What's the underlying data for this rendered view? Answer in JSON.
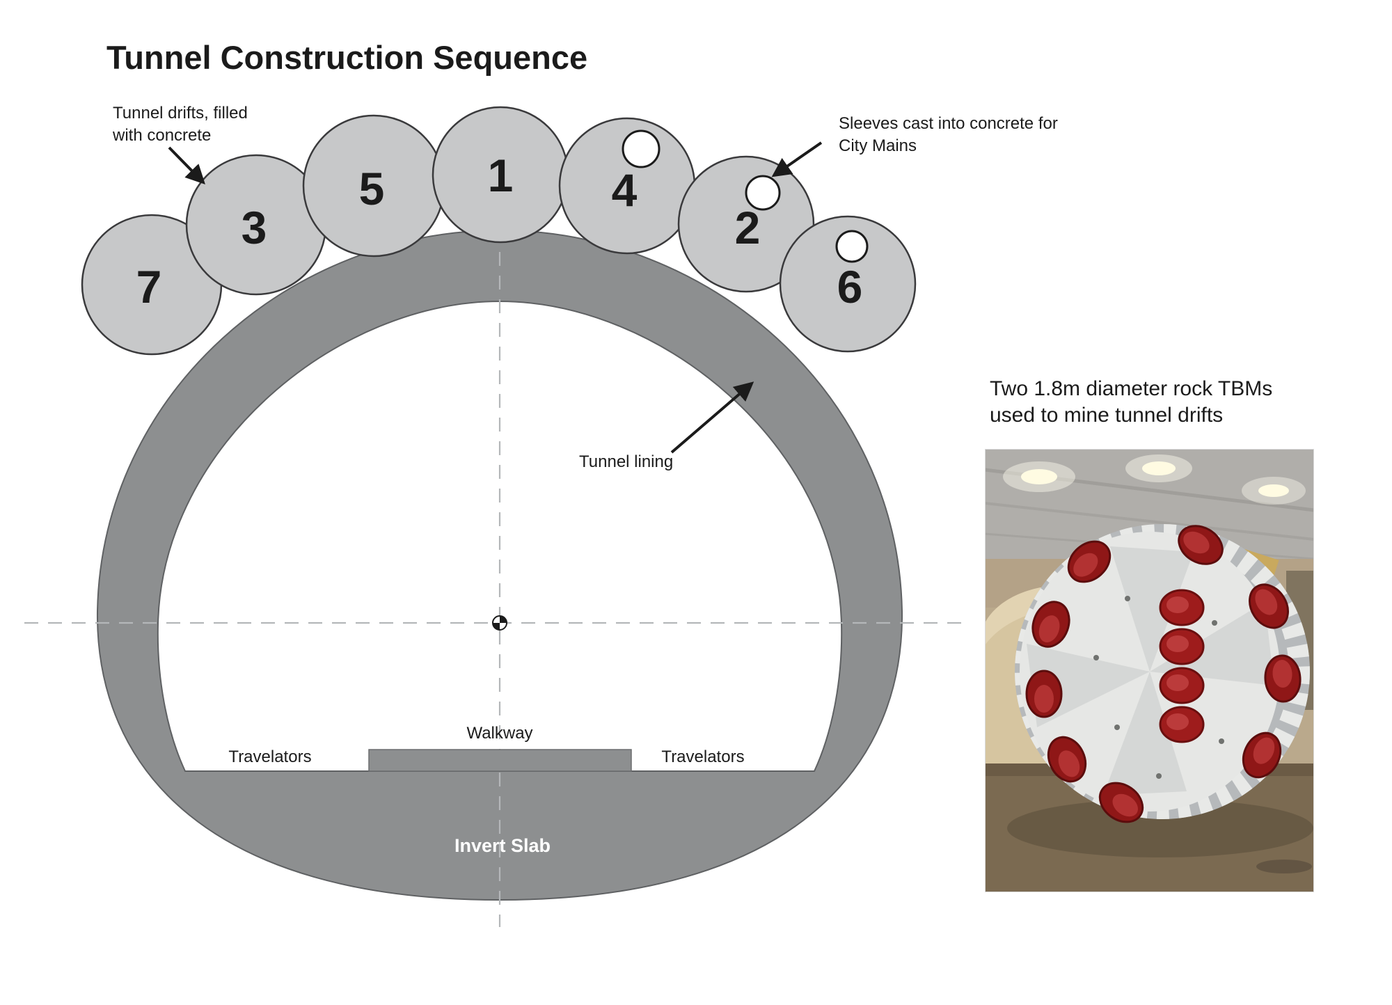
{
  "title": "Tunnel Construction Sequence",
  "diagram": {
    "labels": {
      "drifts_note": "Tunnel drifts, filled with concrete",
      "sleeves_note": "Sleeves cast into concrete for City Mains",
      "tunnel_lining": "Tunnel lining",
      "walkway": "Walkway",
      "travelators_left": "Travelators",
      "travelators_right": "Travelators",
      "invert_slab": "Invert Slab"
    },
    "drifts": [
      {
        "number": "7",
        "has_sleeve": false
      },
      {
        "number": "3",
        "has_sleeve": false
      },
      {
        "number": "5",
        "has_sleeve": false
      },
      {
        "number": "1",
        "has_sleeve": false
      },
      {
        "number": "4",
        "has_sleeve": true
      },
      {
        "number": "2",
        "has_sleeve": true
      },
      {
        "number": "6",
        "has_sleeve": true
      }
    ],
    "colors": {
      "drift_fill": "#c7c8c9",
      "lining_fill": "#8d8f90",
      "outline": "#1b1b1b",
      "centerline": "#b4b7b9"
    }
  },
  "photo": {
    "caption": "Two 1.8m diameter rock TBMs used to mine tunnel drifts",
    "cutter_color": "#9e1c1c"
  }
}
